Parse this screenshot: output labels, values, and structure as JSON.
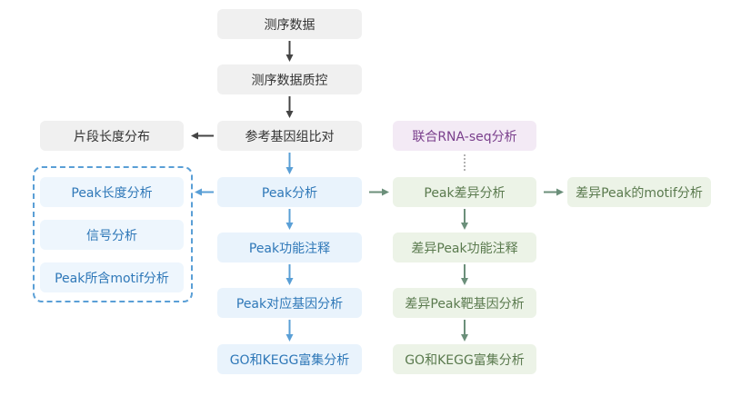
{
  "nodes": {
    "seq_data": "测序数据",
    "qc": "测序数据质控",
    "align": "参考基因组比对",
    "fragment": "片段长度分布",
    "peak": "Peak分析",
    "peak_length": "Peak长度分析",
    "signal": "信号分析",
    "peak_motif": "Peak所含motif分析",
    "peak_anno": "Peak功能注释",
    "peak_gene": "Peak对应基因分析",
    "go_kegg": "GO和KEGG富集分析",
    "joint_rna": "联合RNA-seq分析",
    "diff_peak": "Peak差异分析",
    "diff_motif": "差异Peak的motif分析",
    "diff_anno": "差异Peak功能注释",
    "diff_target": "差异Peak靶基因分析",
    "diff_go_kegg": "GO和KEGG富集分析"
  },
  "colors": {
    "gray_fill": "#f0f0f0",
    "blue_fill": "#e9f3fc",
    "blue_text": "#2f78b8",
    "green_fill": "#ecf3e7",
    "green_text": "#5a7a4e",
    "purple_fill": "#f3eaf5",
    "purple_text": "#7a3f8c",
    "dark_arrow": "#444444",
    "blue_arrow": "#5a9fd6",
    "green_arrow": "#6b8f7a"
  }
}
